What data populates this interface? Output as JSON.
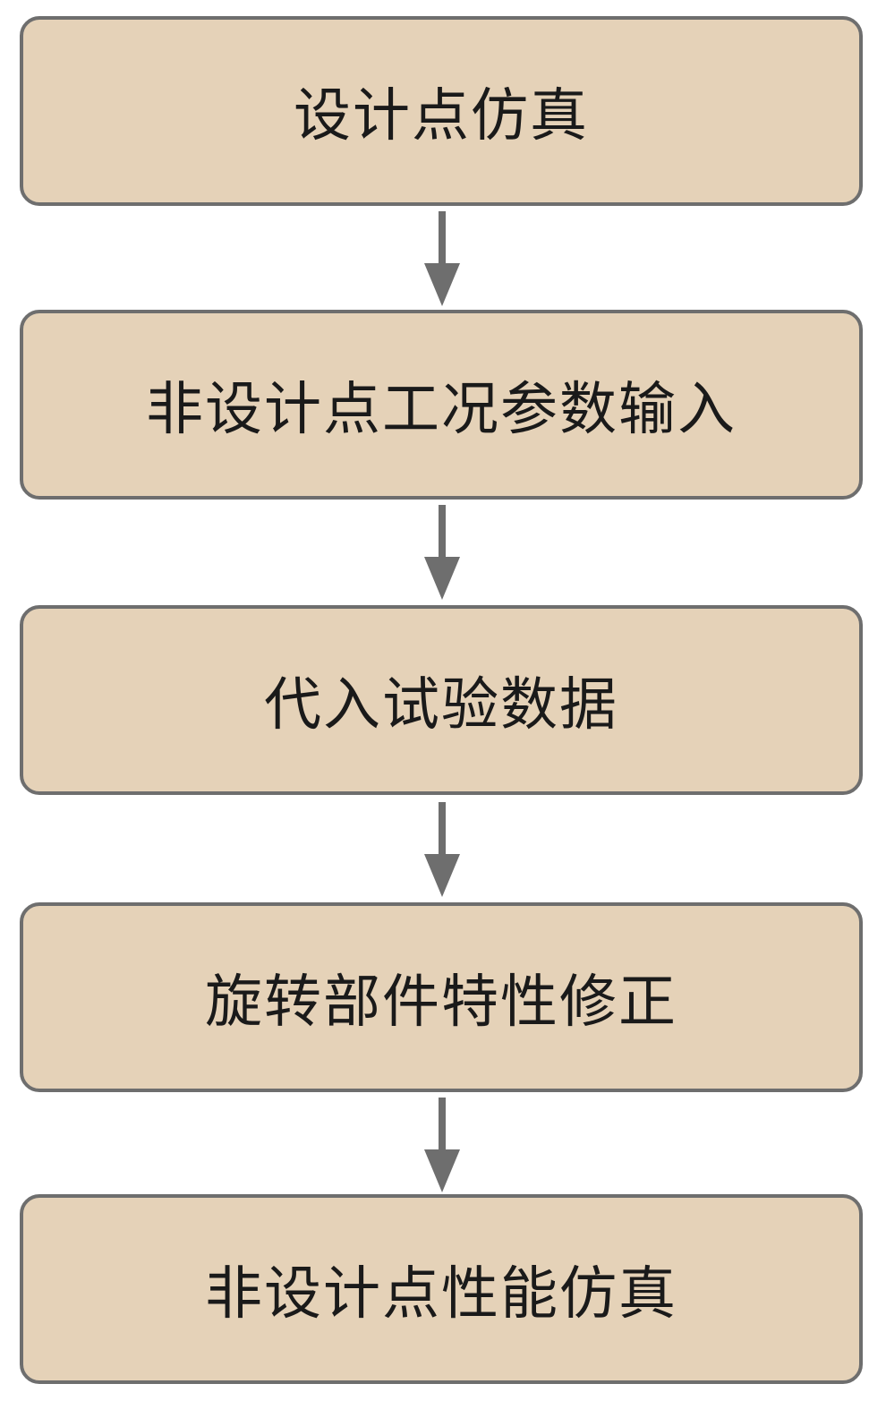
{
  "flowchart": {
    "steps": [
      {
        "label": "设计点仿真"
      },
      {
        "label": "非设计点工况参数输入"
      },
      {
        "label": "代入试验数据"
      },
      {
        "label": "旋转部件特性修正"
      },
      {
        "label": "非设计点性能仿真"
      }
    ]
  },
  "colors": {
    "box_fill": "#e5d2b8",
    "box_border": "#6e6e6e",
    "arrow": "#6e6e6e",
    "text": "#1a1a1a"
  }
}
